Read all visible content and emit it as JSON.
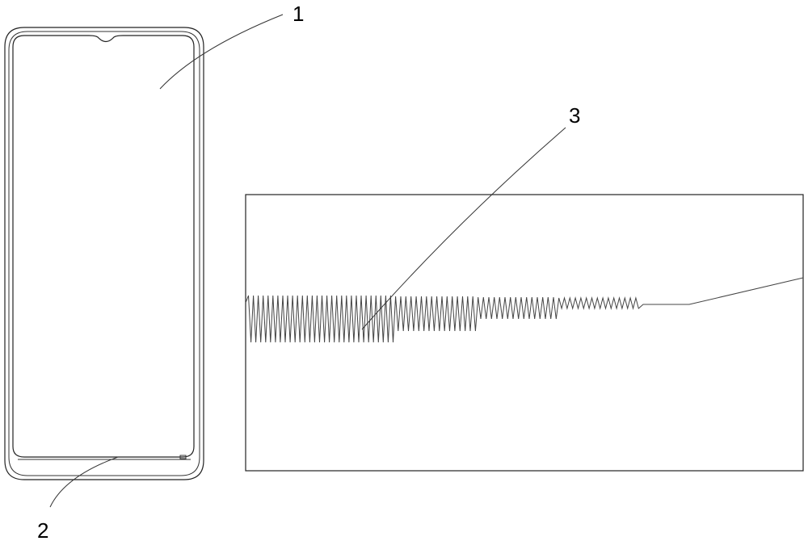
{
  "labels": {
    "display": "1",
    "bottom_edge": "2",
    "waveform": "3"
  }
}
